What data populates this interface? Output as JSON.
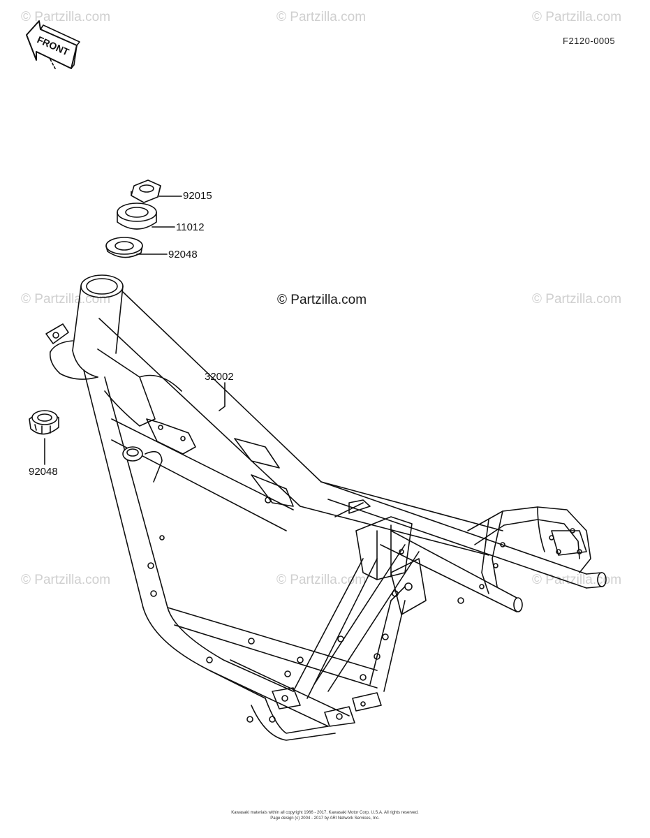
{
  "diagram_code": "F2120-0005",
  "front_label": "FRONT",
  "watermark": "© Partzilla.com",
  "center_watermark": "© Partzilla.com",
  "callouts": {
    "nut_top": "92015",
    "bearing": "11012",
    "race_top": "92048",
    "frame": "32002",
    "race_bottom": "92048"
  },
  "footer": {
    "line1": "Kawasaki materials within all copyright 1966 - 2017. Kawasaki Motor Corp, U.S.A. All rights reserved.",
    "line2": "Page design (c) 2004 - 2017 by ARI Network Services, Inc."
  }
}
